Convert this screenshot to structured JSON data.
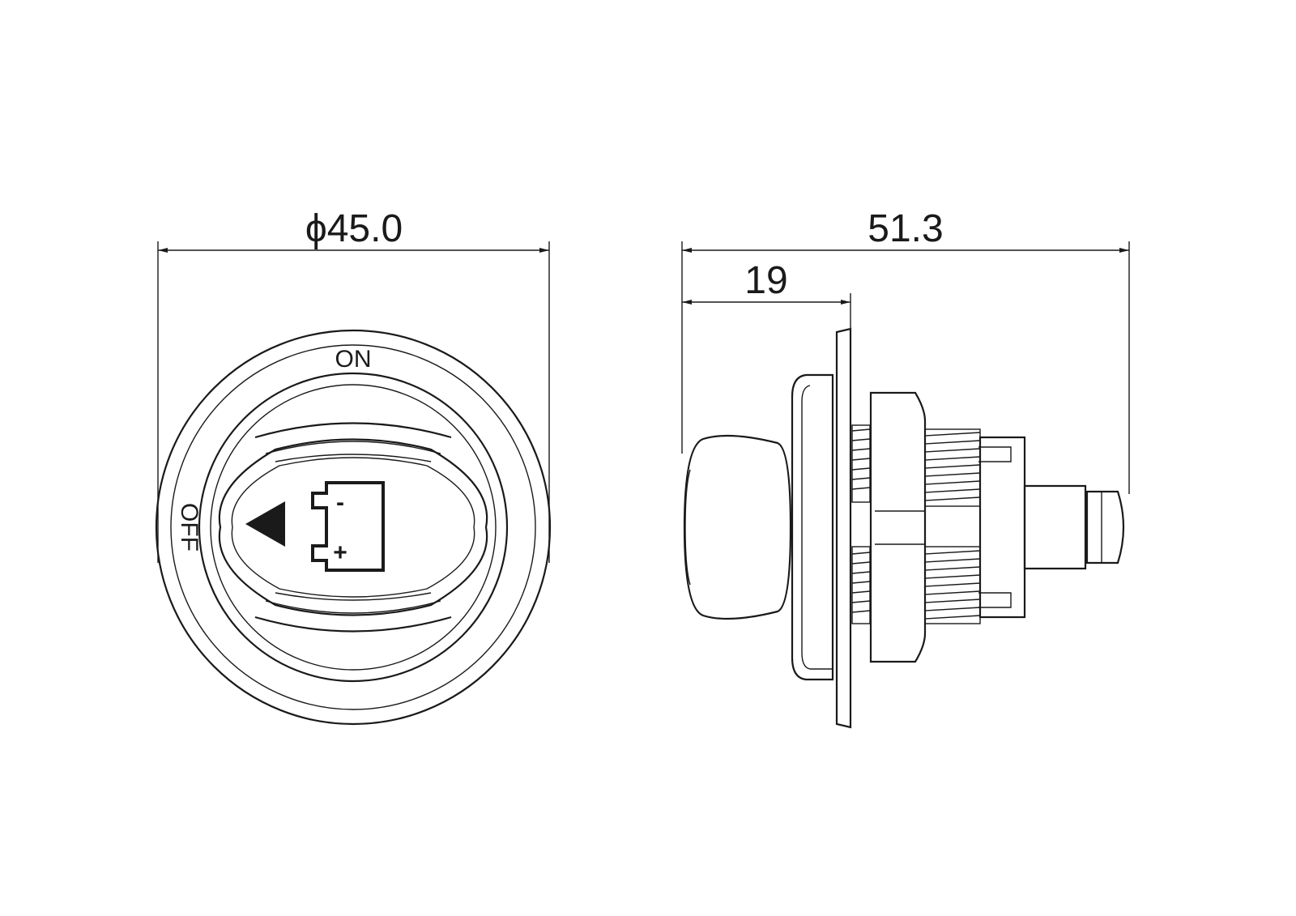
{
  "front_view": {
    "diameter_label": "ϕ45.0",
    "on_label": "ON",
    "off_label": "OFF",
    "battery_minus": "-",
    "battery_plus": "+"
  },
  "side_view": {
    "overall_length_label": "51.3",
    "flange_depth_label": "19"
  }
}
